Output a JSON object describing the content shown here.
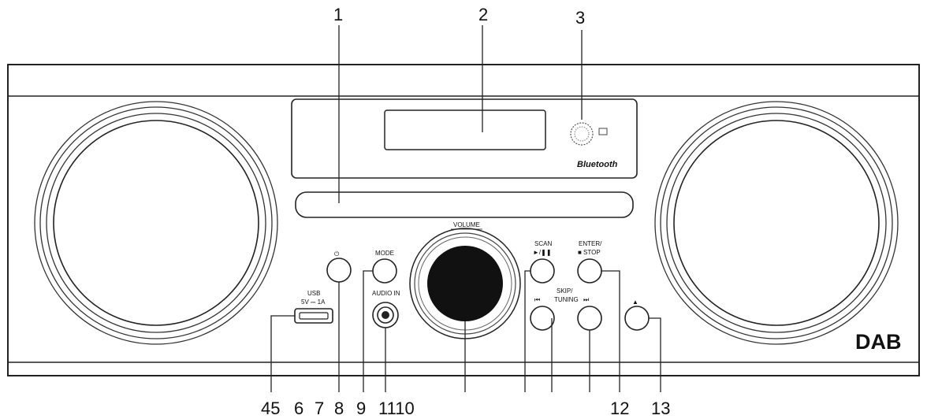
{
  "callouts": {
    "top": [
      "1",
      "2",
      "3"
    ],
    "bottom": [
      "45",
      "6",
      "7",
      "8",
      "9",
      "1110",
      "12",
      "13"
    ]
  },
  "panel_labels": {
    "volume": "VOLUME",
    "power": "⏻",
    "mode": "MODE",
    "scan": "SCAN",
    "play_pause": "►/❚❚",
    "enter": "ENTER/",
    "stop": "■ STOP",
    "skip": "SKIP/",
    "tuning": "TUNING",
    "prev": "⏮",
    "next": "⏭",
    "eject": "▲",
    "usb": "USB",
    "usb_rating": "5V ⎓ 1A",
    "audio_in": "AUDIO IN",
    "bluetooth": "Bluetooth",
    "brand": "DAB"
  },
  "colors": {
    "line": "#222222",
    "knob": "#111111",
    "background": "#ffffff"
  }
}
